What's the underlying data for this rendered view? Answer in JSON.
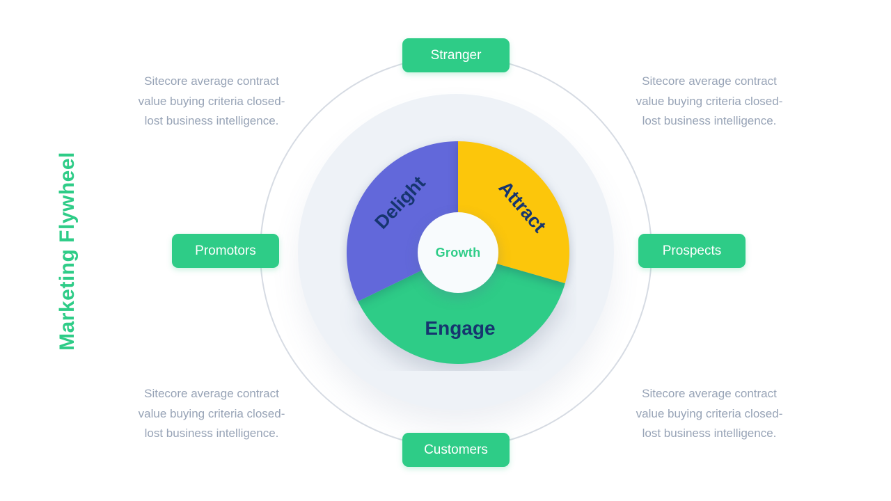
{
  "page": {
    "title": "Marketing Flywheel"
  },
  "flywheel": {
    "center_label": "Growth",
    "segments": [
      {
        "id": "attract",
        "label": "Attract",
        "color": "#fcc60b",
        "start_angle": -90,
        "end_angle": 16,
        "draw_order": 3
      },
      {
        "id": "engage",
        "label": "Engage",
        "color": "#2ecc87",
        "start_angle": 16,
        "end_angle": 154,
        "draw_order": 1
      },
      {
        "id": "delight",
        "label": "Delight",
        "color": "#6268da",
        "start_angle": 154,
        "end_angle": 270,
        "draw_order": 2
      }
    ]
  },
  "stages": [
    {
      "id": "stranger",
      "label": "Stranger",
      "position": "top"
    },
    {
      "id": "prospects",
      "label": "Prospects",
      "position": "right"
    },
    {
      "id": "customers",
      "label": "Customers",
      "position": "bottom"
    },
    {
      "id": "promotors",
      "label": "Promotors",
      "position": "left"
    }
  ],
  "notes": [
    {
      "position": "top-left",
      "text": "Sitecore average contract value buying criteria closed-lost business intelligence.",
      "lines": [
        "Sitecore average contract",
        "value buying criteria closed-",
        "lost business intelligence."
      ]
    },
    {
      "position": "top-right",
      "text": "Sitecore average contract value buying criteria closed-lost business intelligence.",
      "lines": [
        "Sitecore average contract",
        "value buying criteria closed-",
        "lost business intelligence."
      ]
    },
    {
      "position": "bottom-left",
      "text": "Sitecore average contract value buying criteria closed-lost business intelligence.",
      "lines": [
        "Sitecore average contract",
        "value buying criteria closed-",
        "lost business intelligence."
      ]
    },
    {
      "position": "bottom-right",
      "text": "Sitecore average contract value buying criteria closed-lost business intelligence.",
      "lines": [
        "Sitecore average contract",
        "value buying criteria closed-",
        "lost business intelligence."
      ]
    }
  ],
  "colors": {
    "accent_green": "#2ecc87",
    "segment_purple": "#6268da",
    "segment_yellow": "#fcc60b",
    "label_navy": "#16356f",
    "note_gray": "#97a3b6",
    "ring_gray": "#d6dbe3",
    "disc_fill": "#eef2f7",
    "hub_fill": "#f8fbfd"
  }
}
